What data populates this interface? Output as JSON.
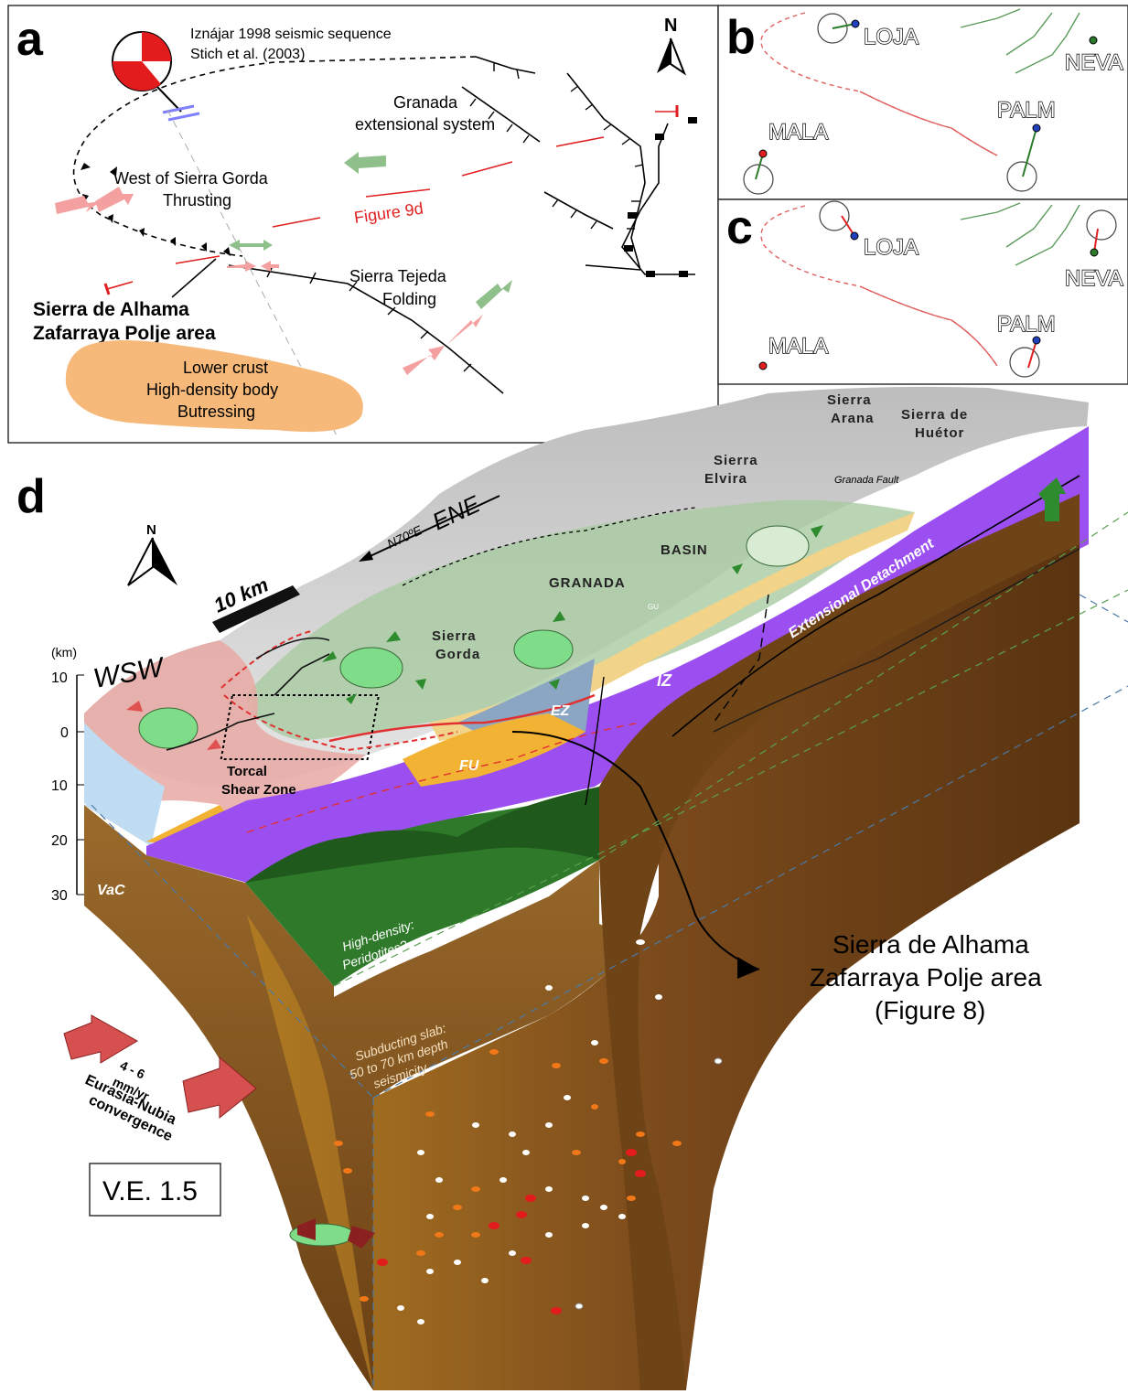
{
  "panels": {
    "a": {
      "letter": "a",
      "focal_caption_line1": "Iznájar 1998 seismic sequence",
      "focal_caption_line2": "Stich et al. (2003)",
      "north": "N",
      "granada_line1": "Granada",
      "granada_line2": "extensional system",
      "west_line1": "West of Sierra Gorda",
      "west_line2": "Thrusting",
      "figure_ref": "Figure 9d",
      "tejeda_line1": "Sierra Tejeda",
      "tejeda_line2": "Folding",
      "alhama_line1": "Sierra de Alhama",
      "alhama_line2": "Zafarraya Polje area",
      "crust_line1": "Lower crust",
      "crust_line2": "High-density body",
      "crust_line3": "Butressing"
    },
    "b": {
      "letter": "b",
      "stations": [
        "LOJA",
        "NEVA",
        "MALA",
        "PALM"
      ]
    },
    "c": {
      "letter": "c",
      "stations": [
        "LOJA",
        "NEVA",
        "MALA",
        "PALM"
      ]
    },
    "d": {
      "letter": "d",
      "north": "N",
      "direction_small": "N70ºE",
      "direction_big": "ENE",
      "scale": "10 km",
      "wsw": "WSW",
      "depth_unit": "(km)",
      "depth_ticks": [
        "10",
        "0",
        "10",
        "20",
        "30"
      ],
      "relief_labels": {
        "sierra_arana_1": "Sierra",
        "sierra_arana_2": "Arana",
        "sierra_hueto_1": "Sierra de",
        "sierra_hueto_2": "Huétor",
        "sierra_elvira_1": "Sierra",
        "sierra_elvira_2": "Elvira",
        "granada_fault": "Granada Fault",
        "granada": "GRANADA",
        "basin": "BASIN",
        "sierra_gorda_1": "Sierra",
        "sierra_gorda_2": "Gorda",
        "gu": "GU"
      },
      "units": {
        "iz": "IZ",
        "ez": "EZ",
        "fu": "FU",
        "vac": "VaC",
        "detachment": "Extensional Detachment"
      },
      "torcal_1": "Torcal",
      "torcal_2": "Shear Zone",
      "high_density_1": "High-density:",
      "high_density_2": "Peridotites?",
      "slab_1": "Subducting slab:",
      "slab_2": "50 to 70 km depth",
      "slab_3": "seismicity",
      "callout_1": "Sierra de Alhama",
      "callout_2": "Zafarraya Polje area",
      "callout_3": "(Figure 8)",
      "rate_1": "4 - 6",
      "rate_2": "mm/yr",
      "conv_1": "Eurasia-Nubia",
      "conv_2": "convergence",
      "ve": "V.E. 1.5"
    }
  },
  "colors": {
    "compression": "#f4a0a0",
    "extension": "#8fbf8a",
    "thrust_red": "#e05050",
    "iz_purple": "#9b4ff0",
    "ez_blue": "#8aa6c2",
    "fu_orange": "#f2b233",
    "slab_brown": "#7a4a1c",
    "mantle_green": "#2f7a2a",
    "crust_body": "#f6b979"
  }
}
